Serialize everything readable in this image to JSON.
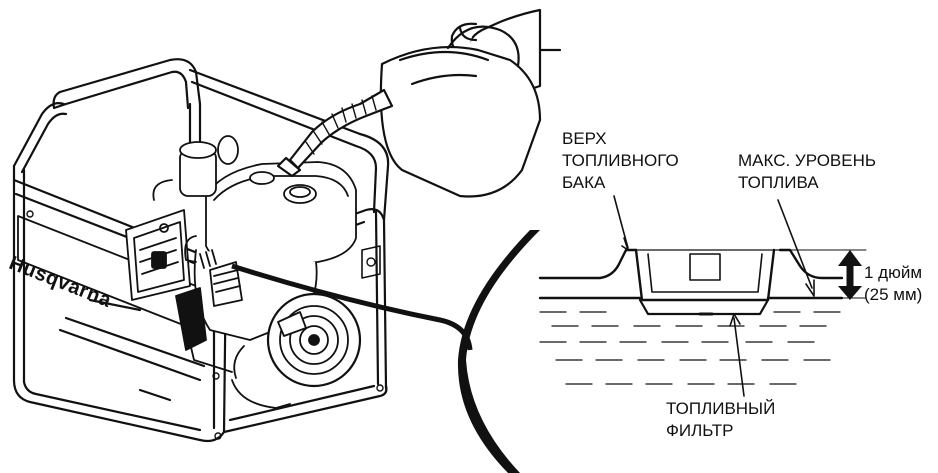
{
  "brand": "Husqvarna",
  "labels": {
    "tank_top": [
      "ВЕРХ",
      "ТОПЛИВНОГО",
      "БАКА"
    ],
    "max_level": [
      "МАКС. УРОВЕНЬ",
      "ТОПЛИВА"
    ],
    "measure": [
      "1 дюйм",
      "(25 мм)"
    ],
    "filter": [
      "ТОПЛИВНЫЙ",
      "ФИЛЬТР"
    ]
  },
  "colors": {
    "line": "#111111",
    "fill": "#ffffff",
    "tank": "#f4f4f4"
  }
}
